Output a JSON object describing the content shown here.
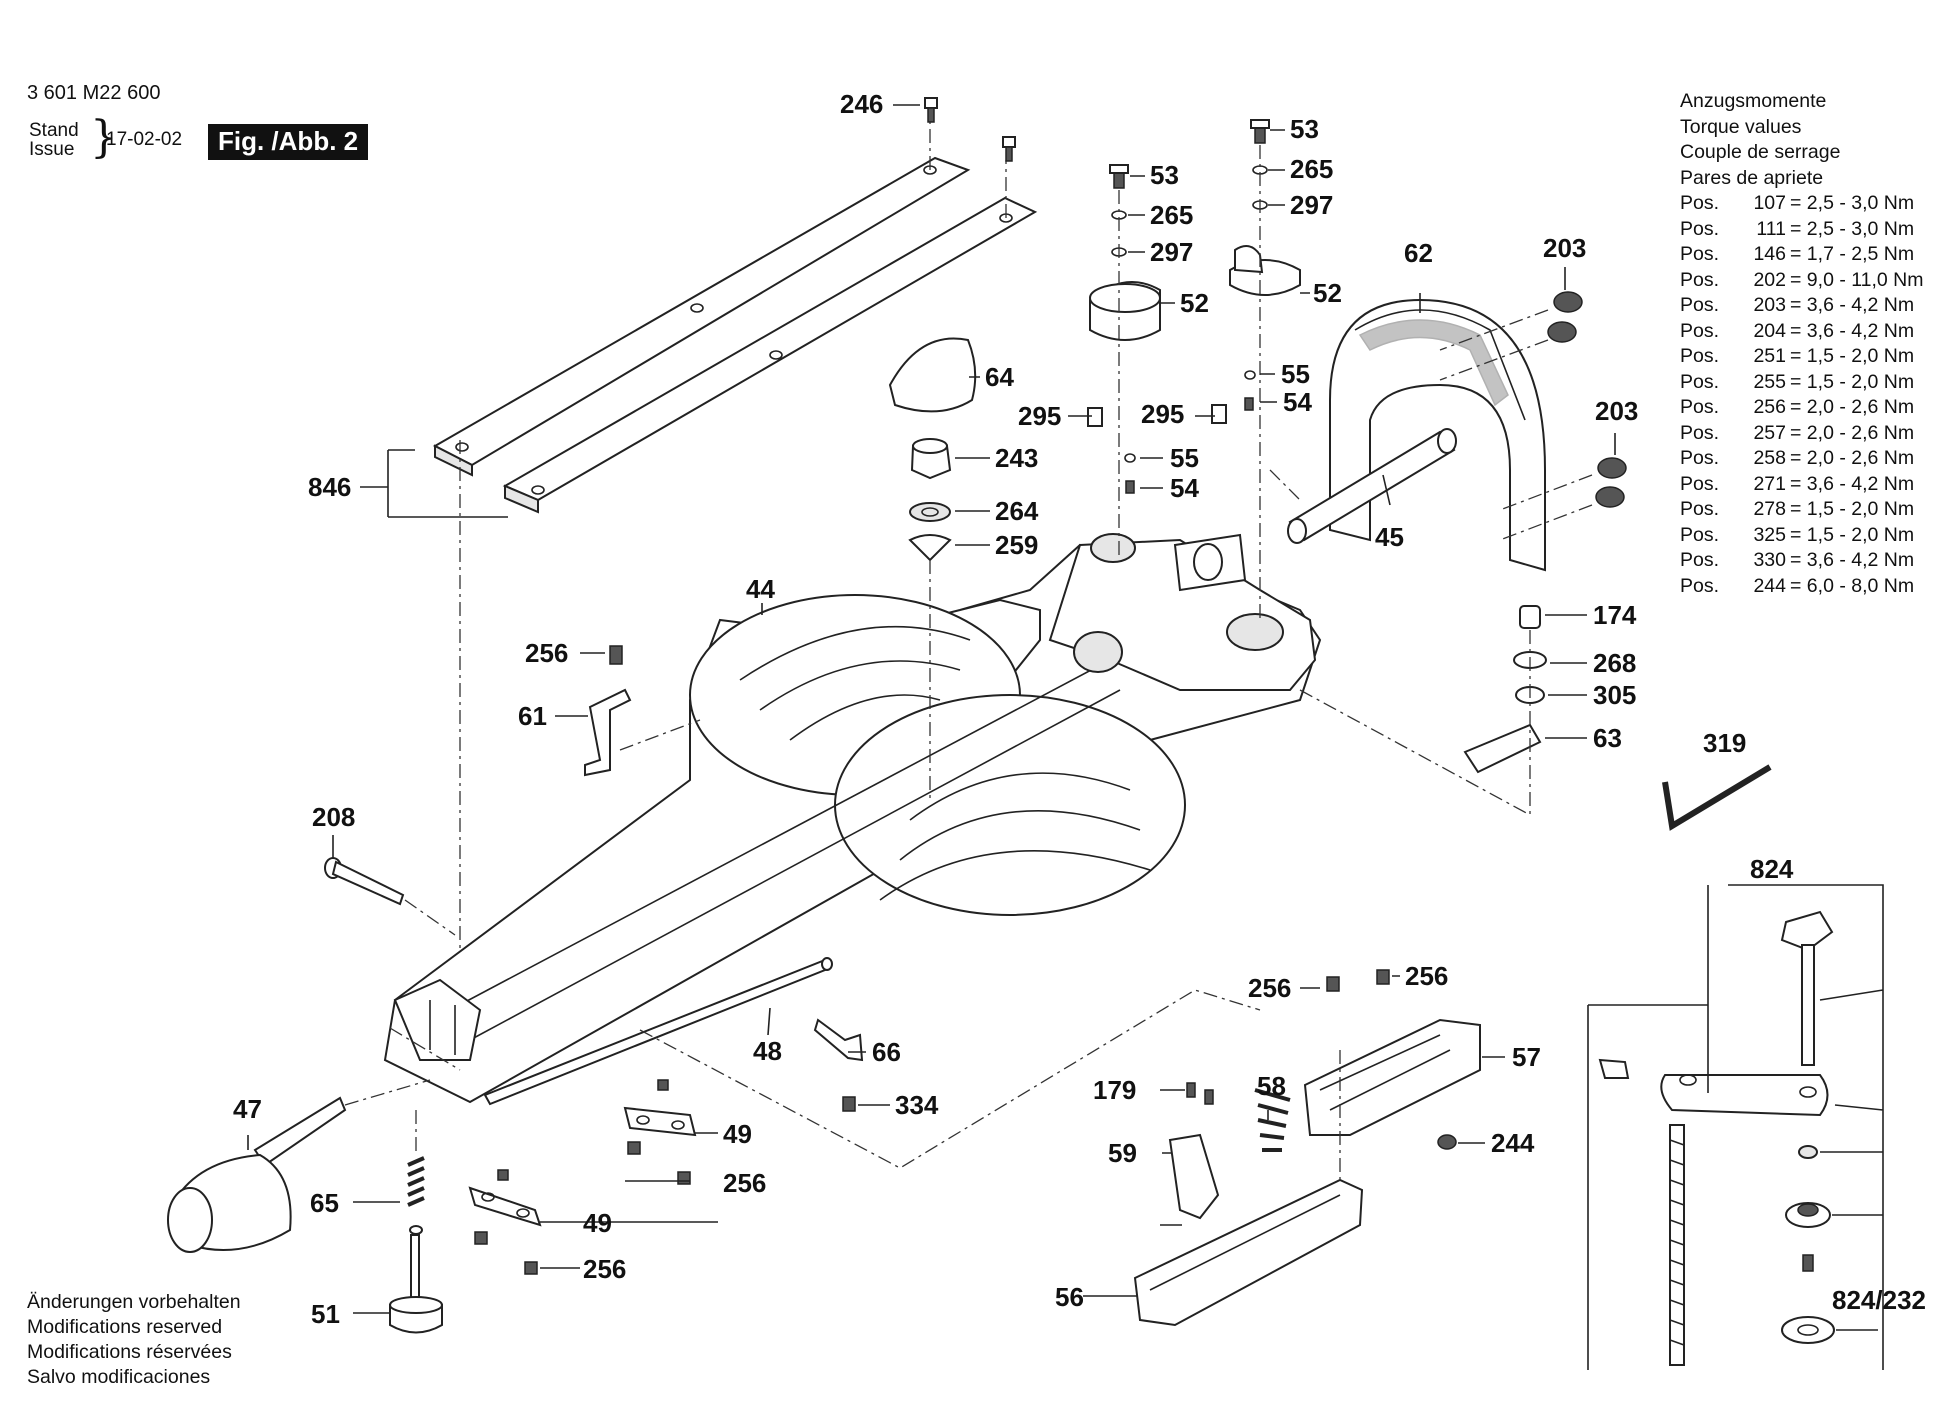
{
  "header": {
    "doc_number": "3 601 M22 600",
    "stand_label": "Stand",
    "issue_label": "Issue",
    "date": "17-02-02",
    "figure": "Fig. /Abb. 2"
  },
  "torque": {
    "titles": [
      "Anzugsmomente",
      "Torque values",
      "Couple de serrage",
      "Pares de apriete"
    ],
    "pos_label": "Pos.",
    "rows": [
      {
        "pos": "107",
        "value": "= 2,5 - 3,0 Nm"
      },
      {
        "pos": "111",
        "value": "= 2,5 - 3,0 Nm"
      },
      {
        "pos": "146",
        "value": "= 1,7 - 2,5 Nm"
      },
      {
        "pos": "202",
        "value": "= 9,0 - 11,0 Nm"
      },
      {
        "pos": "203",
        "value": "= 3,6 - 4,2 Nm"
      },
      {
        "pos": "204",
        "value": "= 3,6 - 4,2 Nm"
      },
      {
        "pos": "251",
        "value": "= 1,5 - 2,0 Nm"
      },
      {
        "pos": "255",
        "value": "= 1,5 - 2,0 Nm"
      },
      {
        "pos": "256",
        "value": "= 2,0 - 2,6 Nm"
      },
      {
        "pos": "257",
        "value": "= 2,0 - 2,6 Nm"
      },
      {
        "pos": "258",
        "value": "= 2,0 - 2,6 Nm"
      },
      {
        "pos": "271",
        "value": "= 3,6 - 4,2 Nm"
      },
      {
        "pos": "278",
        "value": "= 1,5 - 2,0 Nm"
      },
      {
        "pos": "325",
        "value": "= 1,5 - 2,0 Nm"
      },
      {
        "pos": "330",
        "value": "= 3,6 - 4,2 Nm"
      },
      {
        "pos": "244",
        "value": "= 6,0 - 8,0 Nm"
      }
    ]
  },
  "notes": [
    "Änderungen vorbehalten",
    "Modifications reserved",
    "Modifications réservées",
    "Salvo modificaciones"
  ],
  "part_labels": {
    "p246": "246",
    "p53a": "53",
    "p265a": "265",
    "p297a": "297",
    "p52a": "52",
    "p53b": "53",
    "p265b": "265",
    "p297b": "297",
    "p52b": "52",
    "p62": "62",
    "p203a": "203",
    "p203b": "203",
    "p64": "64",
    "p295a": "295",
    "p295b": "295",
    "p55a": "55",
    "p54a": "54",
    "p55b": "55",
    "p54b": "54",
    "p243": "243",
    "p264": "264",
    "p259": "259",
    "p45": "45",
    "p846": "846",
    "p44": "44",
    "p256a": "256",
    "p61": "61",
    "p174": "174",
    "p268": "268",
    "p305": "305",
    "p63": "63",
    "p319": "319",
    "p208": "208",
    "p824": "824",
    "p256b": "256",
    "p256c": "256",
    "p48": "48",
    "p66": "66",
    "p57": "57",
    "p334": "334",
    "p47": "47",
    "p179": "179",
    "p58": "58",
    "p49a": "49",
    "p244": "244",
    "p59": "59",
    "p256d": "256",
    "p65": "65",
    "p49b": "49",
    "p256e": "256",
    "p56": "56",
    "p51": "51",
    "p824_232": "824/232"
  }
}
